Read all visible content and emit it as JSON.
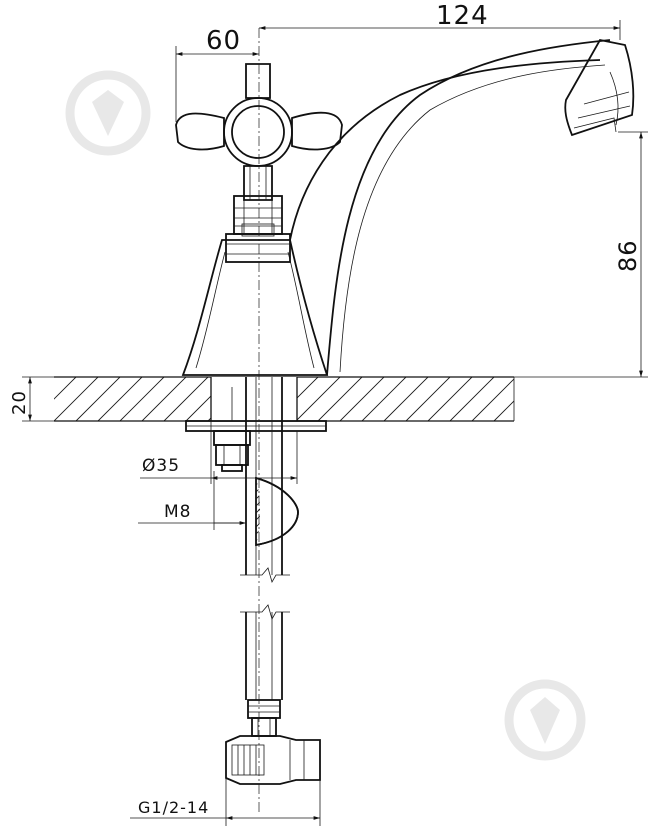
{
  "dimensions": {
    "width_total": "124",
    "handle_width": "60",
    "spout_height": "86",
    "deck_thickness": "20",
    "hole_diameter": "Ø35",
    "stud_thread": "M8",
    "connector_thread": "G1/2-14"
  },
  "watermark": {
    "icon": "droplet-logo-icon"
  },
  "colors": {
    "line": "#111111",
    "background": "#ffffff",
    "watermark": "#e8e8e8"
  }
}
